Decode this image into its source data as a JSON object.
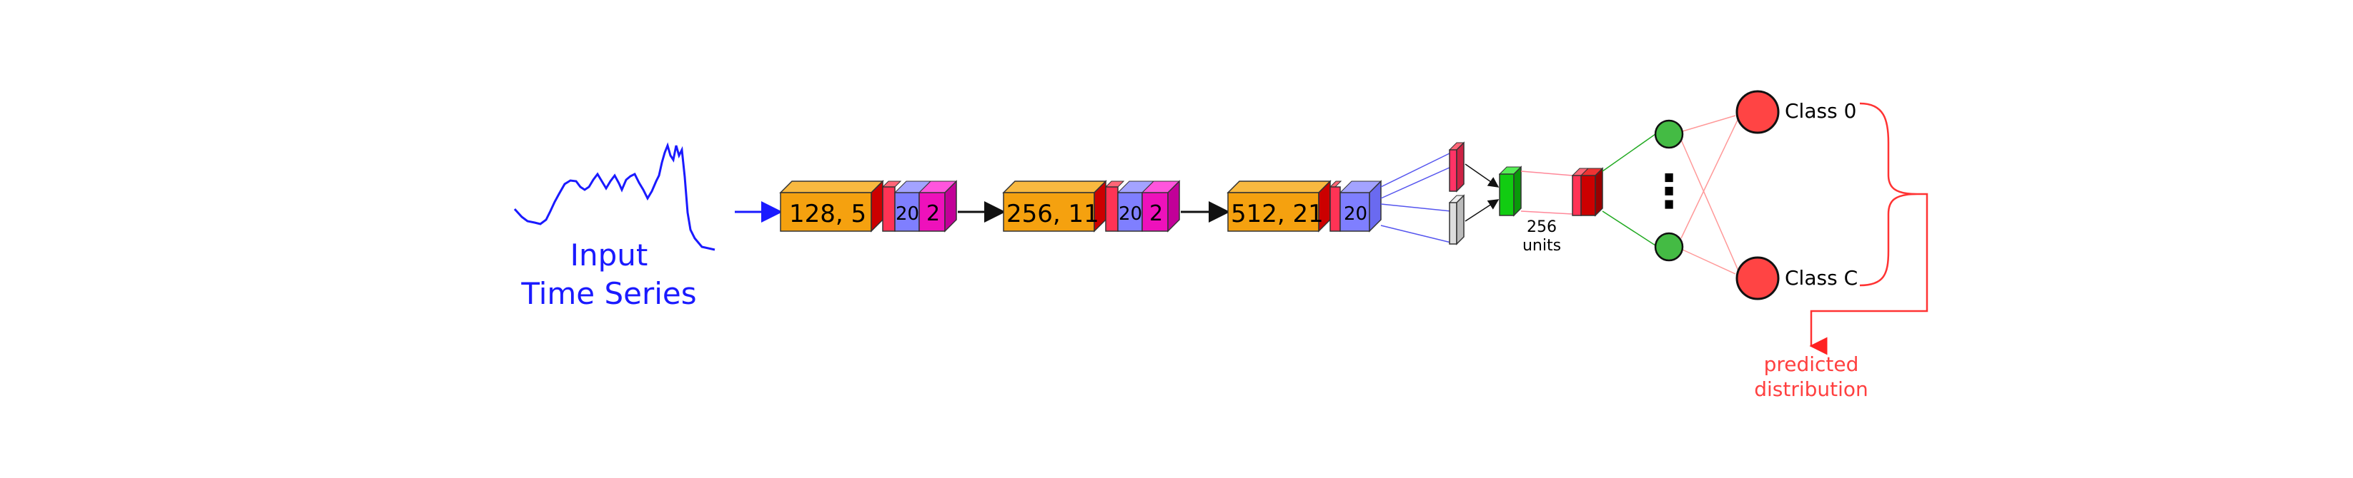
{
  "input": {
    "label_line1": "Input",
    "label_line2": "Time Series",
    "color": "#1a1aff"
  },
  "blocks": [
    {
      "conv_label": "128, 5",
      "bn_label": "20",
      "pool_label": "2"
    },
    {
      "conv_label": "256, 11",
      "bn_label": "20",
      "pool_label": "2"
    },
    {
      "conv_label": "512, 21",
      "bn_label": "20"
    }
  ],
  "dense": {
    "units_line1": "256",
    "units_line2": "units"
  },
  "ellipsis": "⋮",
  "classes": [
    {
      "label": "Class 0"
    },
    {
      "label": "Class C"
    }
  ],
  "output": {
    "label_line1": "predicted",
    "label_line2": "distribution",
    "color": "#ff4040"
  },
  "colors": {
    "conv": "#f5a10f",
    "conv_dark": "#d88a05",
    "dropout_red": "#cc0000",
    "dropout_pink": "#ff3355",
    "batchnorm": "#7f7fff",
    "pool": "#ee11bb",
    "dense_green": "#11cc11",
    "node_green": "#44bb44",
    "class_red": "#ff4444",
    "attn_grey": "#dddddd",
    "arrow_black": "#111111"
  }
}
